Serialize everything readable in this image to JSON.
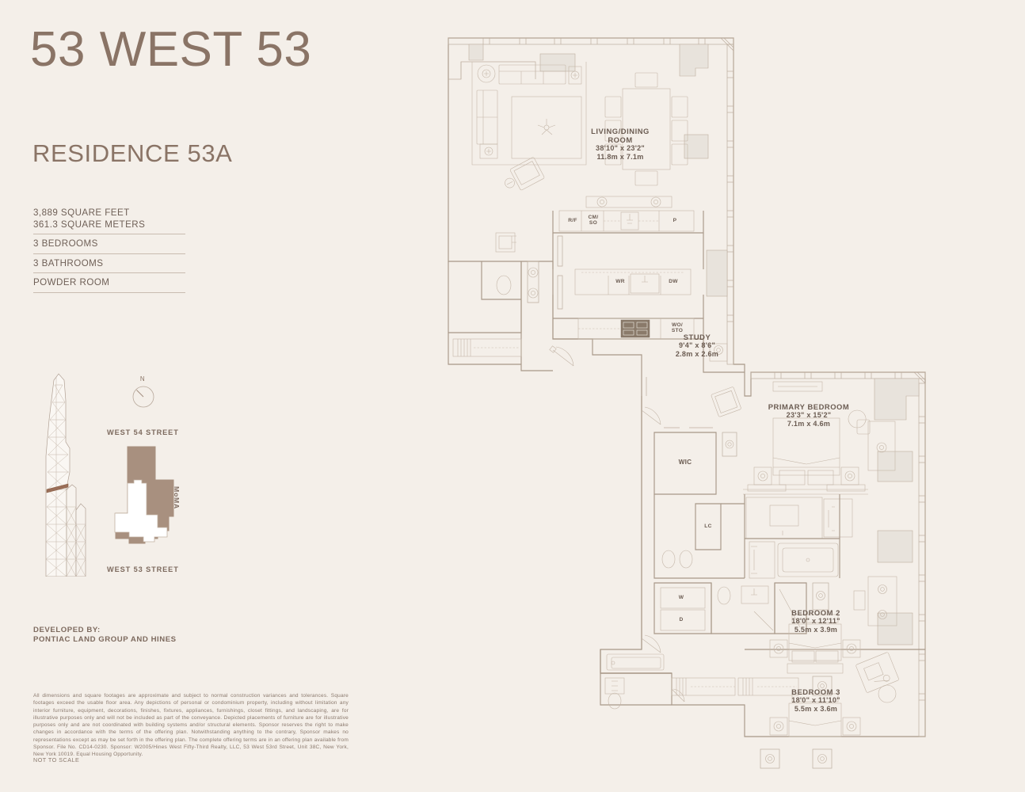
{
  "brand": {
    "title": "53 WEST 53"
  },
  "residence": {
    "title": "RESIDENCE 53A"
  },
  "specs": {
    "area_sqft": "3,889 SQUARE FEET",
    "area_sqm": "361.3 SQUARE METERS",
    "bedrooms": "3 BEDROOMS",
    "bathrooms": "3 BATHROOMS",
    "powder": "POWDER ROOM"
  },
  "compass": {
    "north": "N"
  },
  "sitemap": {
    "street_north": "WEST 54 STREET",
    "street_south": "WEST 53 STREET",
    "neighbor": "MoMA"
  },
  "developer": {
    "heading": "DEVELOPED BY:",
    "name": "PONTIAC LAND GROUP AND HINES"
  },
  "legal": {
    "disclaimer": "All dimensions and square footages are approximate and subject to normal construction variances and tolerances. Square footages exceed the usable floor area. Any depictions of personal or condominium property, including without limitation any interior furniture, equipment, decorations, finishes, fixtures, appliances, furnishings, closet fittings, and landscaping, are for illustrative purposes only and will not be included as part of the conveyance. Depicted placements of furniture are for illustrative purposes only and are not coordinated with building systems and/or structural elements. Sponsor reserves the right to make changes in accordance with the terms of the offering plan. Notwithstanding anything to the contrary, Sponsor makes no representations except as may be set forth in the offering plan. The complete offering terms are in an offering plan available from Sponsor. File No. CD14-0230. Sponsor: W2005/Hines West Fifty-Third Realty, LLC, 53 West 53rd Street, Unit 38C, New York, New York 10019. Equal Housing Opportunity.",
    "scale_note": "NOT TO SCALE"
  },
  "rooms": [
    {
      "name": "LIVING/DINING\nROOM",
      "dim_ft": "38'10\" x 23'2\"",
      "dim_m": "11.8m x 7.1m"
    },
    {
      "name": "STUDY",
      "dim_ft": "9'4\" x 8'6\"",
      "dim_m": "2.8m x 2.6m"
    },
    {
      "name": "PRIMARY BEDROOM",
      "dim_ft": "23'3\" x 15'2\"",
      "dim_m": "7.1m x 4.6m"
    },
    {
      "name": "BEDROOM 2",
      "dim_ft": "18'0\" x 12'11\"",
      "dim_m": "5.5m x 3.9m"
    },
    {
      "name": "BEDROOM 3",
      "dim_ft": "18'0\" x 11'10\"",
      "dim_m": "5.5m x 3.6m"
    }
  ],
  "appliances": {
    "refrigerator_freezer": "R/F",
    "coffee_steam_oven": "CM/\nSO",
    "pantry": "P",
    "wine_refrigerator": "WR",
    "dishwasher": "DW",
    "wall_oven_storage": "WO/\nSTO",
    "washer": "W",
    "dryer": "D",
    "walk_in_closet": "WIC",
    "linen_closet": "LC"
  },
  "colors": {
    "background": "#f4efe9",
    "brand_brown": "#8a7466",
    "line": "#b7a housing",
    "plan_line": "#b3a396",
    "sitemap_fill": "#a8907f"
  }
}
